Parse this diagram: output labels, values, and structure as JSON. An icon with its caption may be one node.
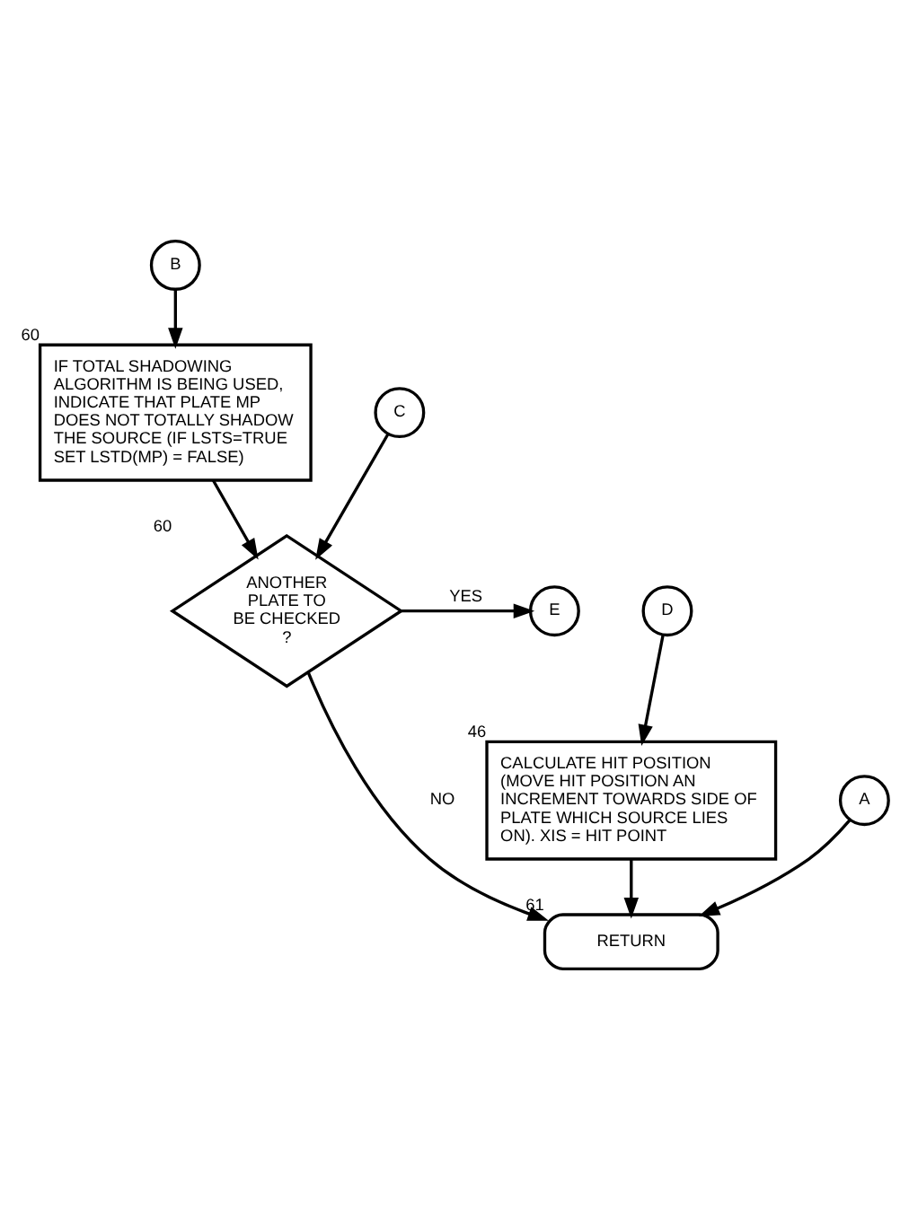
{
  "diagram": {
    "nodes": [
      {
        "text": [
          "B"
        ]
      },
      {
        "text": [
          "IF TOTAL SHADOWING ALGORITHM IS BEING USED, INDICATE THAT PLATE MP DOES NOT TOTALLY SHADOW THE SOURCE (IF LSTS=TRUE SET LSTD(MP) = FALSE)"
        ],
        "beside": [
          "60"
        ]
      },
      {
        "text": [
          "C"
        ]
      },
      {
        "text": [
          "ANOTHER PLATE TO BE CHECKED ?"
        ],
        "beside": [
          "60"
        ]
      },
      {
        "text": [
          "E"
        ]
      },
      {
        "text": [
          "D"
        ]
      },
      {
        "text": [
          "CALCULATE HIT POSITION (MOVE HIT POSITION AN INCREMENT TOWARDS SIDE OF PLATE WHICH SOURCE LIES ON). XIS = HIT POINT"
        ],
        "beside": [
          "46"
        ]
      },
      {
        "text": [
          "A"
        ]
      },
      {
        "text": [
          "RETURN"
        ],
        "beside": [
          "61"
        ]
      }
    ],
    "edges": [
      {
        "from": 0,
        "to": 1,
        "arrow": "to"
      },
      {
        "from": 1,
        "to": 3,
        "arrow": "to"
      },
      {
        "from": 2,
        "to": 3,
        "arrow": "to"
      },
      {
        "from": 3,
        "to": 4,
        "arrow": "to",
        "label": "YES"
      },
      {
        "from": 3,
        "to": 8,
        "arrow": "to",
        "label": "NO"
      },
      {
        "from": 7,
        "to": 8,
        "arrow": "to"
      },
      {
        "from": 5,
        "to": 6,
        "arrow": "to"
      },
      {
        "from": 6,
        "to": 8,
        "arrow": "to"
      }
    ]
  }
}
